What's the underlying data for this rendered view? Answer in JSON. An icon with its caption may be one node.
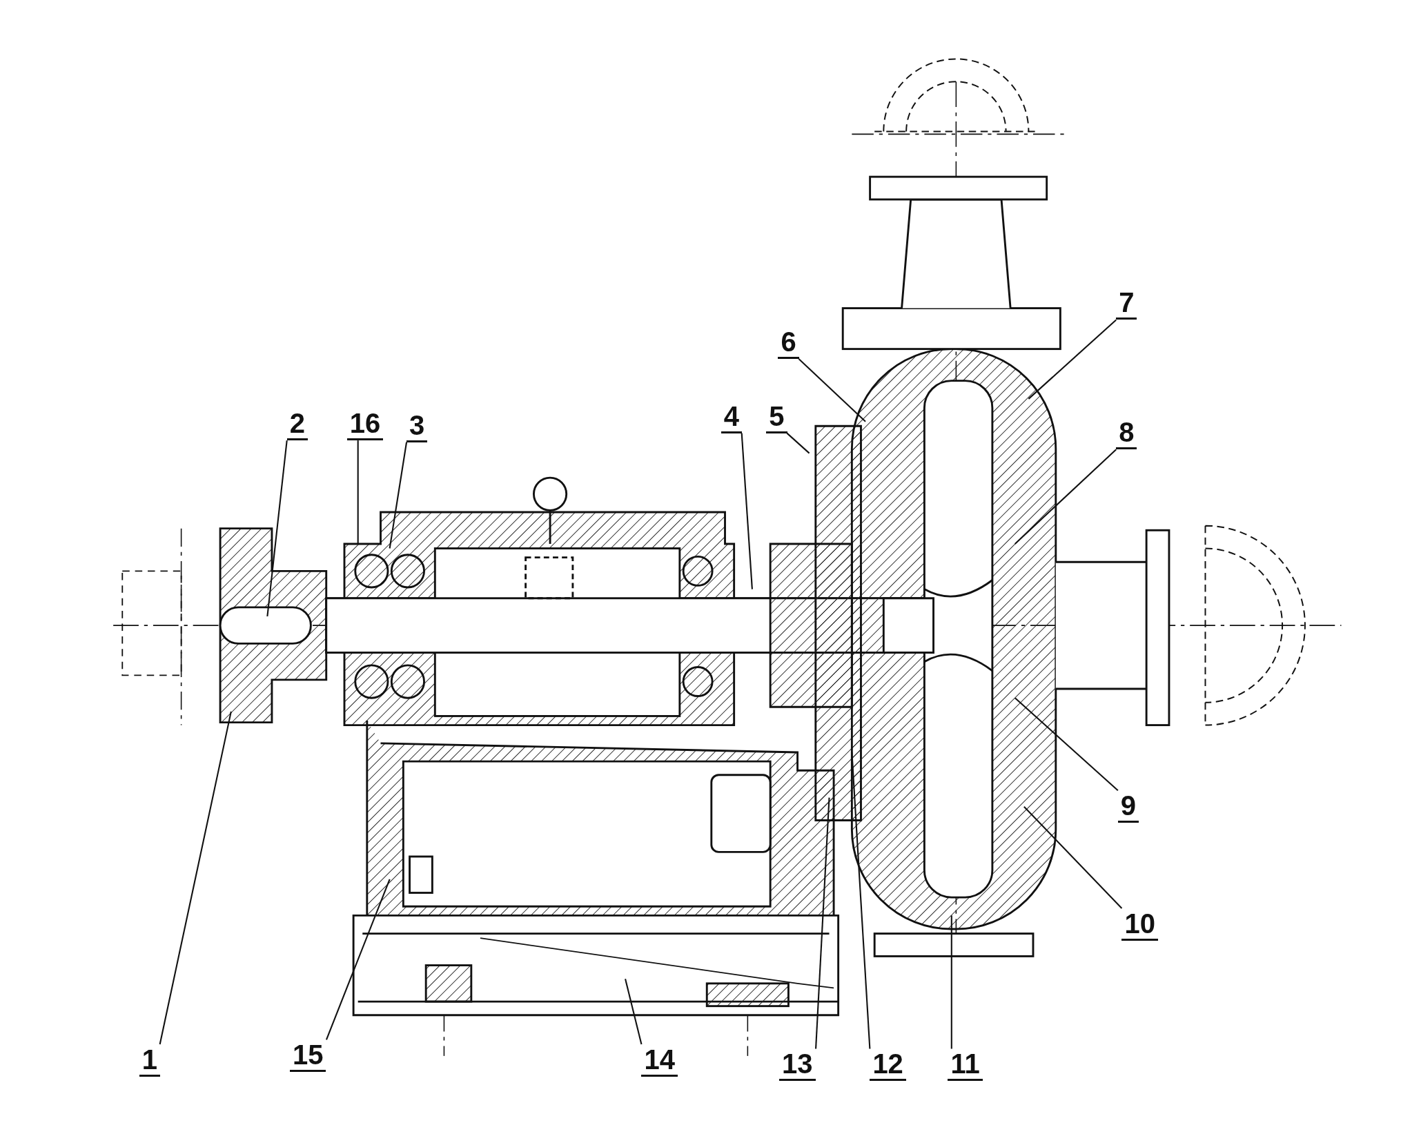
{
  "diagram": {
    "nodes": [
      {
        "text": [
          "7"
        ]
      },
      {
        "text": [
          "6"
        ]
      },
      {
        "text": [
          "2"
        ]
      },
      {
        "text": [
          "16"
        ]
      },
      {
        "text": [
          "3"
        ]
      },
      {
        "text": [
          "4"
        ]
      },
      {
        "text": [
          "5"
        ]
      },
      {
        "text": [
          "8"
        ]
      },
      {
        "text": [
          "9"
        ]
      },
      {
        "text": [
          "10"
        ]
      },
      {
        "text": [
          "1"
        ]
      },
      {
        "text": [
          "15"
        ]
      },
      {
        "text": [
          "14"
        ]
      },
      {
        "text": [
          "13"
        ]
      },
      {
        "text": [
          "12"
        ]
      },
      {
        "text": [
          "11"
        ]
      }
    ],
    "edges": [
      {
        "from": 0,
        "to": null,
        "arrow": "none"
      },
      {
        "from": 1,
        "to": null,
        "arrow": "none"
      },
      {
        "from": 2,
        "to": null,
        "arrow": "none"
      },
      {
        "from": 3,
        "to": null,
        "arrow": "none"
      },
      {
        "from": 4,
        "to": null,
        "arrow": "none"
      },
      {
        "from": 5,
        "to": null,
        "arrow": "none"
      },
      {
        "from": 6,
        "to": null,
        "arrow": "none"
      },
      {
        "from": 7,
        "to": null,
        "arrow": "none"
      },
      {
        "from": 8,
        "to": null,
        "arrow": "none"
      },
      {
        "from": 9,
        "to": null,
        "arrow": "none"
      },
      {
        "from": 10,
        "to": null,
        "arrow": "none"
      },
      {
        "from": 11,
        "to": null,
        "arrow": "none"
      },
      {
        "from": 12,
        "to": null,
        "arrow": "none"
      },
      {
        "from": 13,
        "to": null,
        "arrow": "none"
      },
      {
        "from": 14,
        "to": null,
        "arrow": "none"
      },
      {
        "from": 15,
        "to": null,
        "arrow": "none"
      }
    ]
  }
}
